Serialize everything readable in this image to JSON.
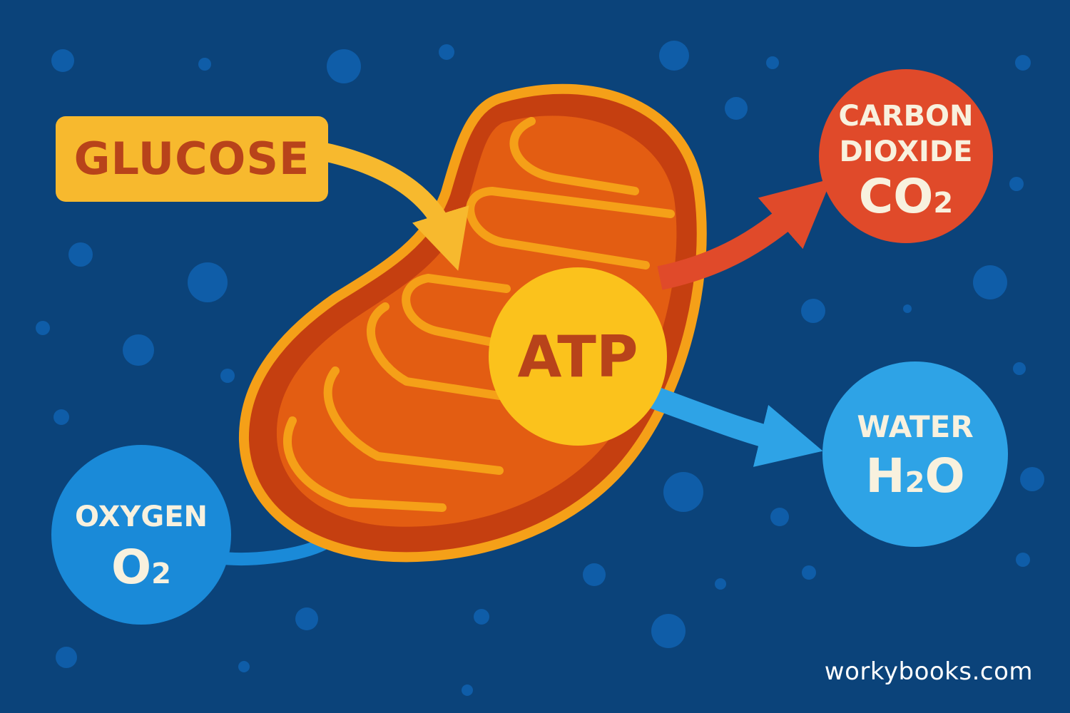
{
  "colors": {
    "background": "#0b437a",
    "bubble": "#0f5da8",
    "glucose_box": "#f7b92e",
    "glucose_text": "#b8431a",
    "arrow_glucose": "#f7b92e",
    "mito_outline": "#f5a018",
    "mito_outer_fill": "#c53f10",
    "mito_inner_fill": "#e35d12",
    "cristae": "#f5a018",
    "atp_fill": "#fbc21c",
    "atp_text": "#b8431a",
    "co2_fill": "#e04a2a",
    "arrow_co2": "#e04a2a",
    "water_fill": "#2ea3e6",
    "arrow_water": "#2ea3e6",
    "oxygen_fill": "#1a8ad8",
    "oxygen_line": "#1a8ad8",
    "light_text": "#f8f1de"
  },
  "nodes": {
    "glucose": {
      "label": "GLUCOSE"
    },
    "atp": {
      "label": "ATP"
    },
    "carbon_dioxide": {
      "line1": "CARBON",
      "line2": "DIOXIDE",
      "formula_main": "CO",
      "formula_sub": "2"
    },
    "water": {
      "line1": "WATER",
      "formula_h": "H",
      "formula_sub": "2",
      "formula_o": "O"
    },
    "oxygen": {
      "line1": "OXYGEN",
      "formula_main": "O",
      "formula_sub": "2"
    }
  },
  "icons": {
    "organelle": "mitochondrion-icon"
  },
  "footer": {
    "site": "workybooks.com"
  }
}
